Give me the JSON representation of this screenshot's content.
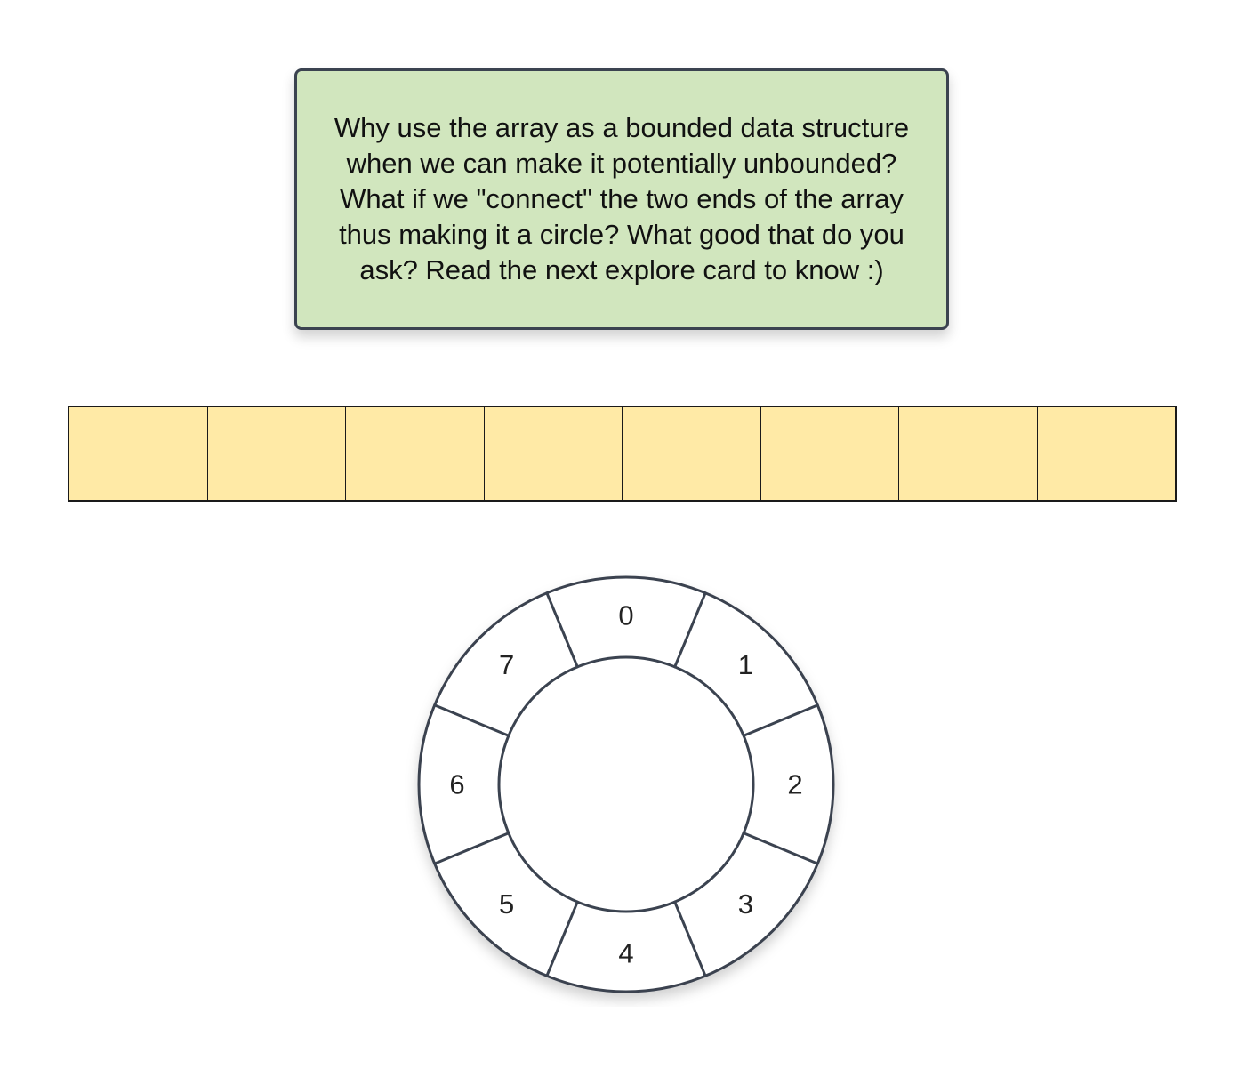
{
  "note": {
    "lines": [
      "Why use the array as a bounded data structure",
      "when we can make it potentially unbounded?",
      "What if we \"connect\" the two ends of the array",
      "thus making it a circle? What good that do you",
      "ask? Read the next explore card to know :)"
    ]
  },
  "linear_array": {
    "cell_count": 8,
    "fill_color": "#ffeaa6"
  },
  "circular_array": {
    "slots": [
      "0",
      "1",
      "2",
      "3",
      "4",
      "5",
      "6",
      "7"
    ]
  },
  "colors": {
    "note_fill": "#d1e6be",
    "outline": "#3b4350",
    "ring_fill": "#ffffff"
  }
}
